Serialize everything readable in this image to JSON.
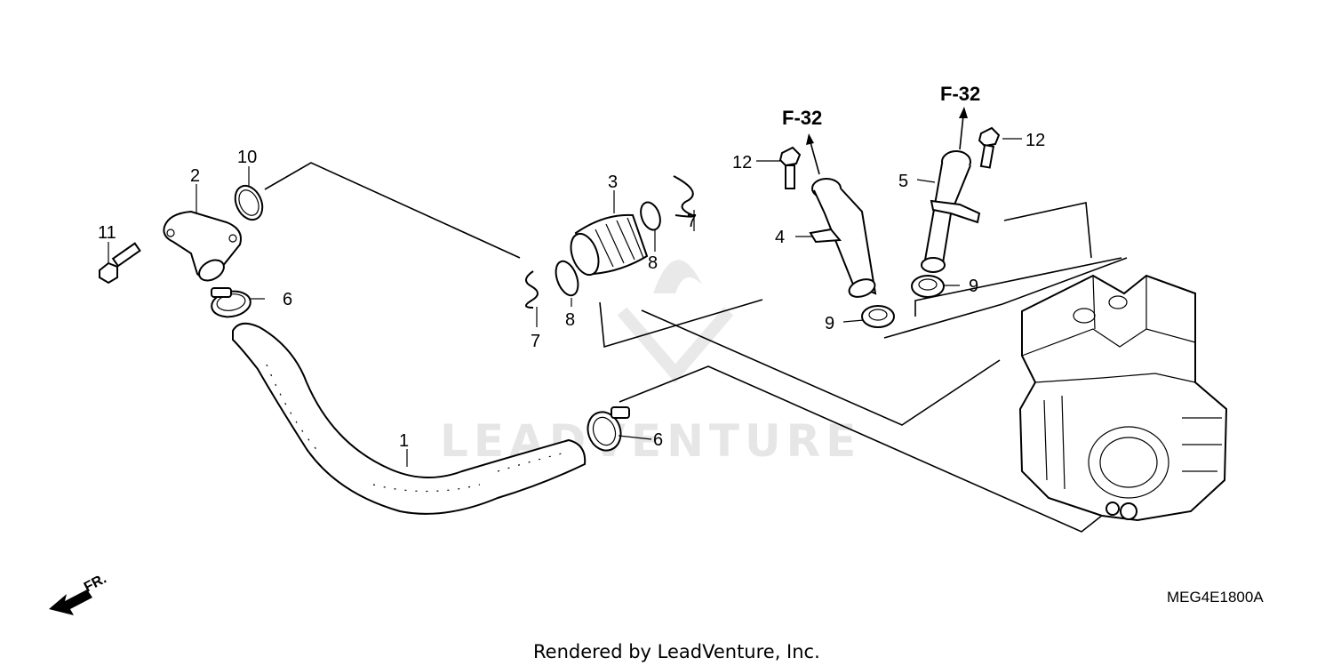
{
  "diagram": {
    "callouts": [
      {
        "id": "c1",
        "label": "1"
      },
      {
        "id": "c2",
        "label": "2"
      },
      {
        "id": "c3",
        "label": "3"
      },
      {
        "id": "c4",
        "label": "4"
      },
      {
        "id": "c5",
        "label": "5"
      },
      {
        "id": "c6a",
        "label": "6"
      },
      {
        "id": "c6b",
        "label": "6"
      },
      {
        "id": "c7a",
        "label": "7"
      },
      {
        "id": "c7b",
        "label": "7"
      },
      {
        "id": "c8a",
        "label": "8"
      },
      {
        "id": "c8b",
        "label": "8"
      },
      {
        "id": "c9a",
        "label": "9"
      },
      {
        "id": "c9b",
        "label": "9"
      },
      {
        "id": "c10",
        "label": "10"
      },
      {
        "id": "c11",
        "label": "11"
      },
      {
        "id": "c12a",
        "label": "12"
      },
      {
        "id": "c12b",
        "label": "12"
      }
    ],
    "reference_a": "F-32",
    "reference_b": "F-32",
    "front_indicator": "FR.",
    "diagram_code": "MEG4E1800A",
    "watermark": "LEADVENTURE",
    "footer": "Rendered by LeadVenture, Inc."
  }
}
